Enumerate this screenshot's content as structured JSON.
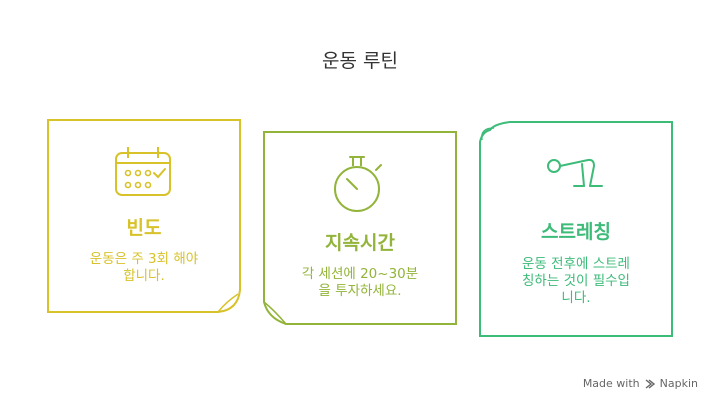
{
  "title": "운동 루틴",
  "colors": {
    "card1": "#D8C22A",
    "card2": "#93B43A",
    "card3": "#3DBB79",
    "title_text": "#333333"
  },
  "cards": [
    {
      "icon": "calendar-check-icon",
      "title": "빈도",
      "body_line1": "운동은 주 3회 해야",
      "body_line2": "합니다."
    },
    {
      "icon": "stopwatch-icon",
      "title": "지속시간",
      "body_line1": "각 세션에 20~30분",
      "body_line2": "을 투자하세요."
    },
    {
      "icon": "stretching-figure-icon",
      "title": "스트레칭",
      "body_line1": "운동 전후에 스트레",
      "body_line2": "칭하는 것이 필수입",
      "body_line3": "니다."
    }
  ],
  "watermark": {
    "prefix": "Made with",
    "brand": "Napkin"
  }
}
